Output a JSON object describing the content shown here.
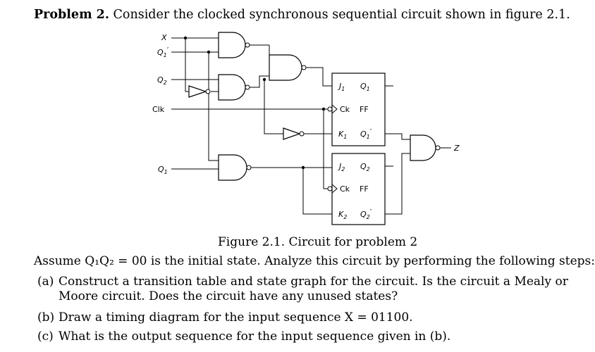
{
  "problem": {
    "label": "Problem 2.",
    "text": "Consider the clocked synchronous sequential circuit shown in figure 2.1."
  },
  "figure": {
    "inputs": {
      "x": "X",
      "q1p": "Q",
      "q1p_sub": "1",
      "q1p_prime": "′",
      "q2": "Q",
      "q2_sub": "2",
      "clk": "Clk",
      "q1": "Q",
      "q1_sub": "1"
    },
    "ff1": {
      "j": "J",
      "j_sub": "1",
      "q": "Q",
      "q_sub": "1",
      "ck": "Ck",
      "ff": "FF",
      "k": "K",
      "k_sub": "1",
      "qp": "Q",
      "qp_sub": "1",
      "qp_prime": "′"
    },
    "ff2": {
      "j": "J",
      "j_sub": "2",
      "q": "Q",
      "q_sub": "2",
      "ck": "Ck",
      "ff": "FF",
      "k": "K",
      "k_sub": "2",
      "qp": "Q",
      "qp_sub": "2",
      "qp_prime": "′"
    },
    "output": "Z"
  },
  "caption": "Figure 2.1. Circuit for problem 2",
  "intro": "Assume Q₁Q₂ = 00 is the initial state. Analyze this circuit by performing the following steps:",
  "steps": [
    {
      "label": "(a)",
      "text": "Construct a transition table and state graph for the circuit. Is the circuit a Mealy or Moore circuit. Does the circuit have any unused states?"
    },
    {
      "label": "(b)",
      "text": "Draw a timing diagram for the input sequence X = 01100."
    },
    {
      "label": "(c)",
      "text": "What is the output sequence for the input sequence given in (b)."
    }
  ]
}
